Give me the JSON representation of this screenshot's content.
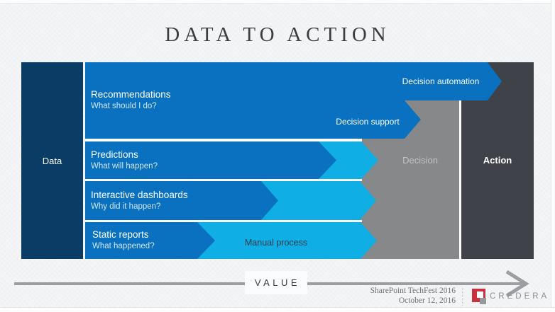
{
  "slide": {
    "title": "DATA TO ACTION",
    "source_column": {
      "label": "Data"
    },
    "stages": [
      {
        "label": "Recommendations",
        "question": "What should I do?"
      },
      {
        "label": "Predictions",
        "question": "What will happen?"
      },
      {
        "label": "Interactive dashboards",
        "question": "Why did it happen?"
      },
      {
        "label": "Static reports",
        "question": "What happened?"
      }
    ],
    "process_labels": {
      "decision_automation": "Decision automation",
      "decision_support": "Decision support",
      "manual_process": "Manual process"
    },
    "decision_column": {
      "label": "Decision"
    },
    "action_column": {
      "label": "Action"
    },
    "value_axis": {
      "label": "VALUE"
    },
    "footer": {
      "event": "SharePoint TechFest 2016",
      "date": "October 12, 2016",
      "brand": "CREDERA"
    },
    "colors": {
      "navy_data_column": "#0A3C66",
      "blue_arrow": "#0971BF",
      "cyan_arrow": "#0FAEE4",
      "gray_decision": "#878889",
      "charcoal_action": "#404249",
      "value_arrow_gray": "#9C9EA1",
      "brand_red": "#C8323F",
      "background": "#F4F5F7",
      "manual_process_text": "#1C3A50"
    }
  }
}
